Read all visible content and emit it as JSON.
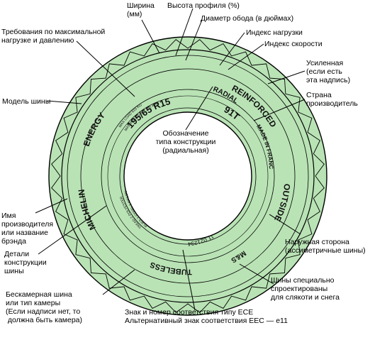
{
  "colors": {
    "tire_fill": "#b9e3b5",
    "tire_outline": "#000000",
    "background": "#ffffff"
  },
  "sidewall": {
    "size": "195/65 R15",
    "load_speed": "91T",
    "model": "ENERGY",
    "reinforced": "REINFORCED",
    "radial": "RADIAL",
    "country": "MADE IN FRANCE",
    "brand": "MICHELIN",
    "outside": "OUTSIDE",
    "tubeless": "TUBELESS",
    "ms": "M&S",
    "ece_code": "11 021234",
    "max_load_line1": "MAX LOAD 615 KG",
    "max_load_line2": "MAX PRESSURE 350 KPA",
    "construction_line1": "TREAD 2 POLYESTER",
    "construction_line2": "PLIES 2 STEEL 1 NYLON"
  },
  "labels": {
    "width": "Ширина\n(мм)",
    "profile": "Высота профиля (%)",
    "rim": "Диаметр обода (в дюймах)",
    "load_index": "Индекс нагрузки",
    "speed_index": "Индекс скорости",
    "max_load": "Требования по максимальной\nнагрузке и давлению",
    "reinforced": "Усиленная\n(если есть\nэта  надпись)",
    "country": "Страна\nпроизводитель",
    "model": "Модель шины",
    "construction_type": "Обозначение\nтипа конструкции\n(радиальная)",
    "maker": "Имя\nпроизводителя\nили название\nбрэнда",
    "details": "Детали\nконструкции\nшины",
    "outside": "Наружная сторона\n(ассиметричные шины)",
    "snow": "Шины специально\nспроектированы\nдля  слякоти и снега",
    "tubeless": "Бескамерная шина\nили тип камеры\n(Если надписи нет, то\n должна быть камера)",
    "ece": "Знак и номер соответствия типу ECE\nАльтернативный знак соответствия EEC — e11"
  }
}
